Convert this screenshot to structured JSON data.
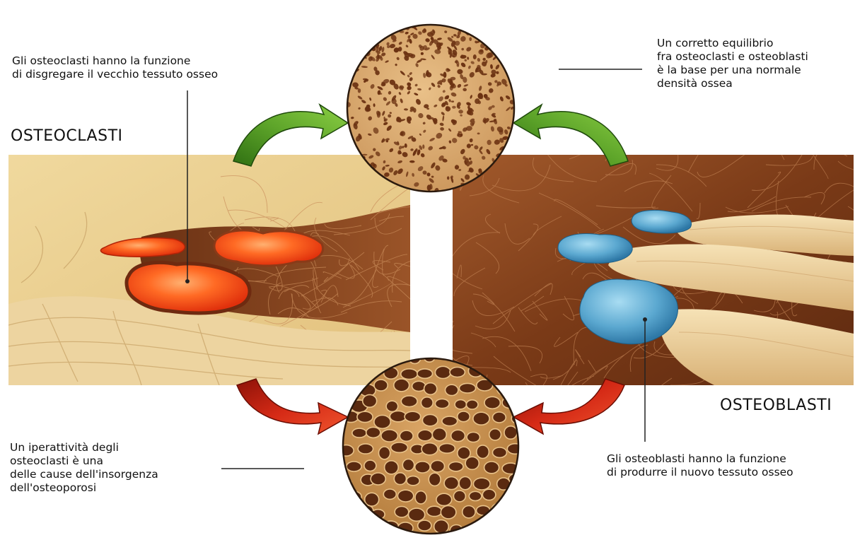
{
  "labels": {
    "osteoclast_title": "OSTEOCLASTI",
    "osteoblast_title": "OSTEOBLASTI",
    "osteoclast_function": "Gli osteoclasti hanno la funzione\ndi disgregare il vecchio tessuto osseo",
    "balance_note": "Un corretto equilibrio\nfra osteoclasti e osteoblasti\nè la base per una normale\ndensità ossea",
    "hyperactivity_note": "Un iperattività degli\nosteoclasti è una\ndelle cause dell'insorgenza\ndell'osteoporosi",
    "osteoblast_function": "Gli osteoblasti hanno la funzione\ndi produrre il nuovo tessuto osseo"
  },
  "colors": {
    "healthy_arrow": "#4e8f1e",
    "osteoporosis_arrow": "#c21e12",
    "osteoclast_cell": "#f04a1a",
    "osteoblast_cell": "#5aa7cf",
    "bone": "#e7c98a",
    "tissue": "#8a4a22"
  }
}
